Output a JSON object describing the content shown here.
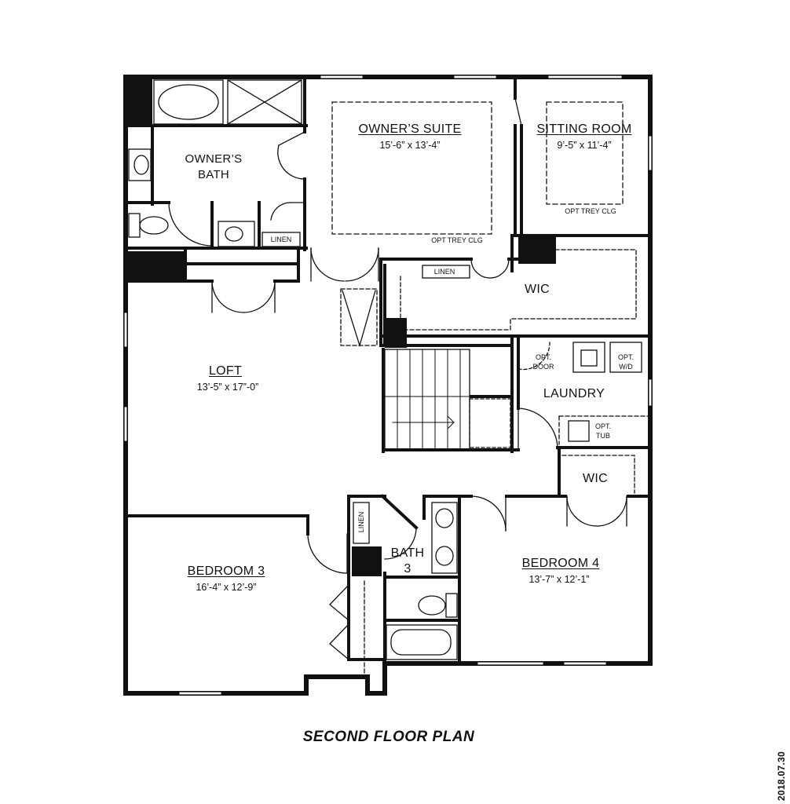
{
  "rooms": {
    "owners_suite": {
      "name": "OWNER’S SUITE",
      "dims": "15’-6” x 13’-4”",
      "note": "OPT TREY CLG"
    },
    "sitting_room": {
      "name": "SITTING ROOM",
      "dims": "9’-5” x 11’-4”",
      "note": "OPT TREY CLG"
    },
    "owners_bath": {
      "name_line1": "OWNER’S",
      "name_line2": "BATH"
    },
    "loft": {
      "name": "LOFT",
      "dims": "13’-5” x 17”-0”"
    },
    "wic_owner": {
      "name": "WIC"
    },
    "laundry": {
      "name": "LAUNDRY",
      "opt_door_1": "OPT.",
      "opt_door_2": "DOOR",
      "opt_wd_1": "OPT.",
      "opt_wd_2": "W/D",
      "opt_tub_1": "OPT.",
      "opt_tub_2": "TUB"
    },
    "wic_bedroom4": {
      "name": "WIC"
    },
    "bedroom3": {
      "name": "BEDROOM 3",
      "dims": "16’-4” x 12’-9”"
    },
    "bedroom4": {
      "name": "BEDROOM 4",
      "dims": "13’-7” x 12’-1”"
    },
    "bath3": {
      "name_line1": "BATH",
      "name_line2": "3"
    }
  },
  "linens": {
    "owner_bath": "LINEN",
    "hall": "LINEN",
    "bath3": "LINEN"
  },
  "caption": "SECOND FLOOR PLAN",
  "date_stamp": "2018.07.30"
}
